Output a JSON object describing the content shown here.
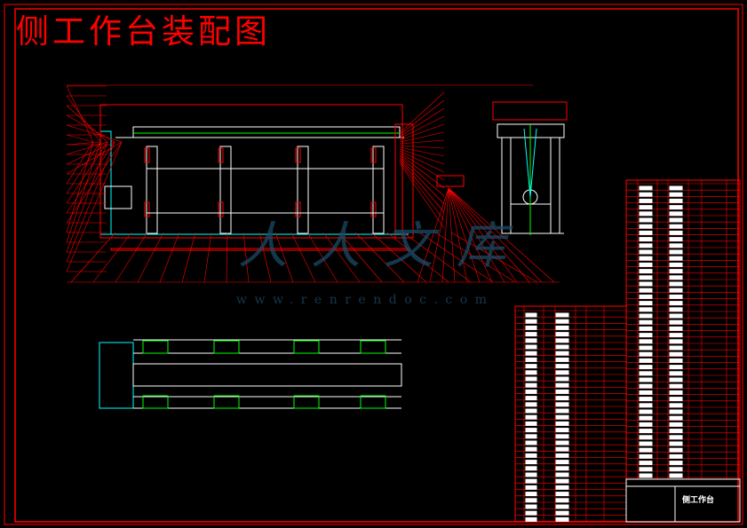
{
  "drawing": {
    "title": "侧工作台装配图",
    "title_block_name": "侧工作台"
  },
  "watermark": {
    "logo": "人人文库",
    "url": "www.renrendoc.com"
  },
  "colors": {
    "background": "#000000",
    "border": "#ff0000",
    "geometry": "#ffffff",
    "centerline": "#00ff00",
    "hidden": "#00ffff",
    "watermark": "#1d4a66"
  }
}
